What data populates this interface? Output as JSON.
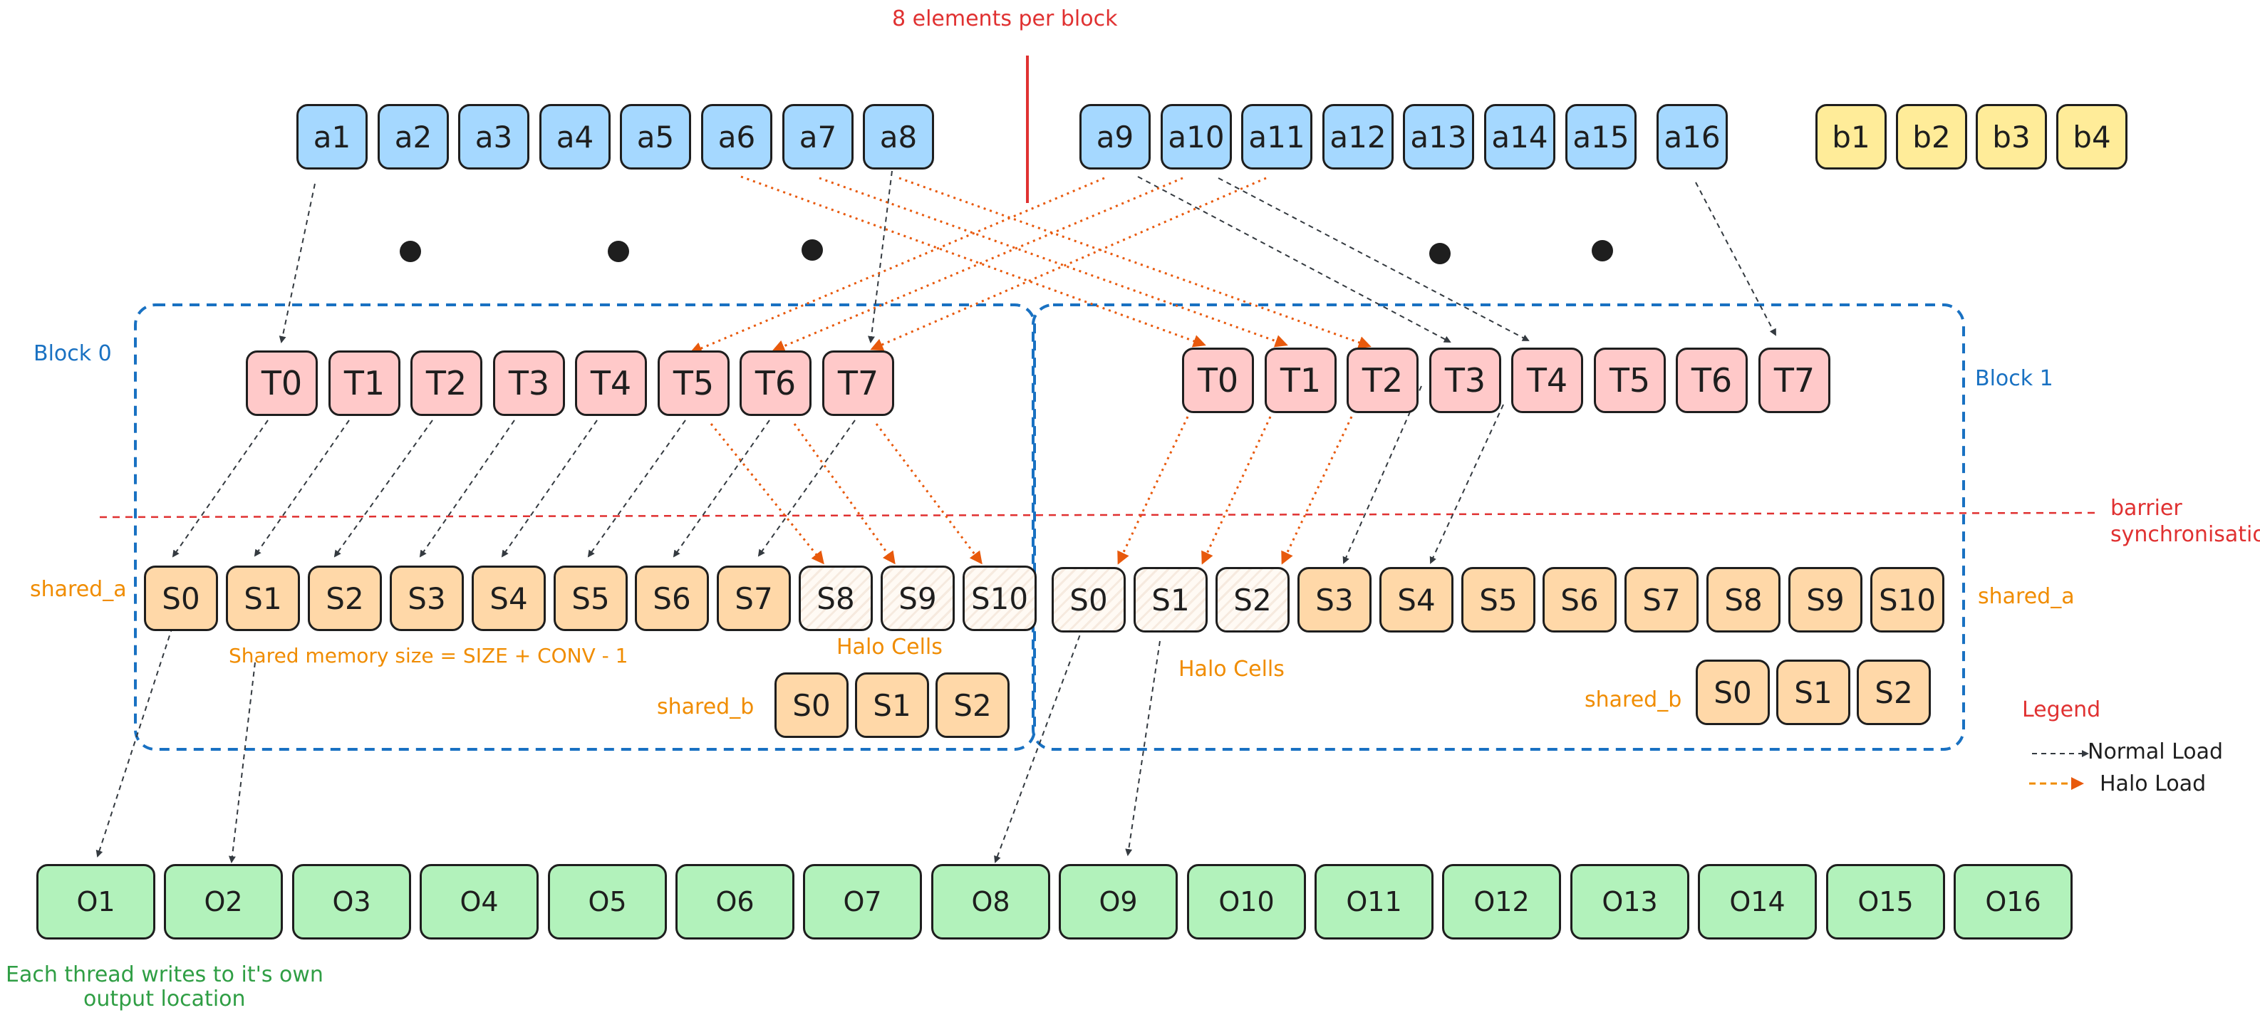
{
  "labels": {
    "top_note": "8 elements per block",
    "block0": "Block 0",
    "block1": "Block 1",
    "barrier": [
      "barrier",
      "synchronisation"
    ],
    "shared_a_left": "shared_a",
    "shared_a_right": "shared_a",
    "shared_b_left": "shared_b",
    "shared_b_right": "shared_b",
    "shared_size": "Shared memory size = SIZE + CONV - 1",
    "halo_left": "Halo Cells",
    "halo_right": "Halo Cells",
    "output_note": [
      "Each thread writes to it's own",
      "output location"
    ],
    "legend_title": "Legend",
    "legend_normal": "Normal Load",
    "legend_halo": "Halo Load"
  },
  "input_a": [
    "a1",
    "a2",
    "a3",
    "a4",
    "a5",
    "a6",
    "a7",
    "a8",
    "a9",
    "a10",
    "a11",
    "a12",
    "a13",
    "a14",
    "a15",
    "a16"
  ],
  "input_b": [
    "b1",
    "b2",
    "b3",
    "b4"
  ],
  "block0_threads": [
    "T0",
    "T1",
    "T2",
    "T3",
    "T4",
    "T5",
    "T6",
    "T7"
  ],
  "block1_threads": [
    "T0",
    "T1",
    "T2",
    "T3",
    "T4",
    "T5",
    "T6",
    "T7"
  ],
  "block0_shared_a": [
    "S0",
    "S1",
    "S2",
    "S3",
    "S4",
    "S5",
    "S6",
    "S7",
    "S8",
    "S9",
    "S10"
  ],
  "block1_shared_a": [
    "S0",
    "S1",
    "S2",
    "S3",
    "S4",
    "S5",
    "S6",
    "S7",
    "S8",
    "S9",
    "S10"
  ],
  "block0_shared_b": [
    "S0",
    "S1",
    "S2"
  ],
  "block1_shared_b": [
    "S0",
    "S1",
    "S2"
  ],
  "outputs": [
    "O1",
    "O2",
    "O3",
    "O4",
    "O5",
    "O6",
    "O7",
    "O8",
    "O9",
    "O10",
    "O11",
    "O12",
    "O13",
    "O14",
    "O15",
    "O16"
  ],
  "colors": {
    "input": "#a5d8ff",
    "kernel": "#ffec99",
    "thread": "#ffc9c9",
    "shared": "#ffd8a8",
    "output": "#b2f2bb",
    "block_border": "#1971c2",
    "barrier_line": "#e03131",
    "halo_arrow": "#e8590c",
    "normal_arrow": "#343a40"
  }
}
